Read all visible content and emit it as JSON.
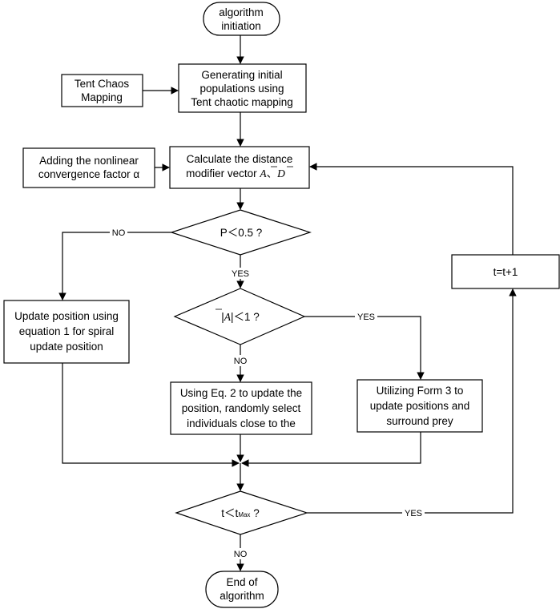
{
  "nodes": {
    "start": [
      "algorithm",
      "initiation"
    ],
    "tent_mapping": [
      "Tent Chaos",
      "Mapping"
    ],
    "init_population": [
      "Generating initial",
      "populations using",
      "Tent chaotic mapping"
    ],
    "nonlinear_factor": [
      "Adding the nonlinear",
      "convergence factor α"
    ],
    "calc_vector": [
      "Calculate the distance",
      "modifier vector "
    ],
    "calc_vector_symbols": {
      "a": "A",
      "sep": "、",
      "d": "D"
    },
    "decision_p": "P＜0.5 ?",
    "decision_a": {
      "symbol": "A",
      "rest": "＜1 ?"
    },
    "spiral_update": [
      "Update position using",
      "equation 1 for spiral",
      "update position"
    ],
    "random_update": [
      "Using Eq. 2 to update the",
      "position, randomly select",
      "individuals close to the"
    ],
    "surround_update": [
      "Utilizing Form 3 to",
      "update positions and",
      "surround prey"
    ],
    "increment": "t=t+1",
    "decision_t": {
      "lead": "t＜t",
      "sub": "Max",
      "tail": " ?"
    },
    "end": [
      "End of",
      "algorithm"
    ]
  },
  "edges": {
    "p_no": "NO",
    "p_yes": "YES",
    "a_yes": "YES",
    "a_no": "NO",
    "t_yes": "YES",
    "t_no": "NO"
  }
}
